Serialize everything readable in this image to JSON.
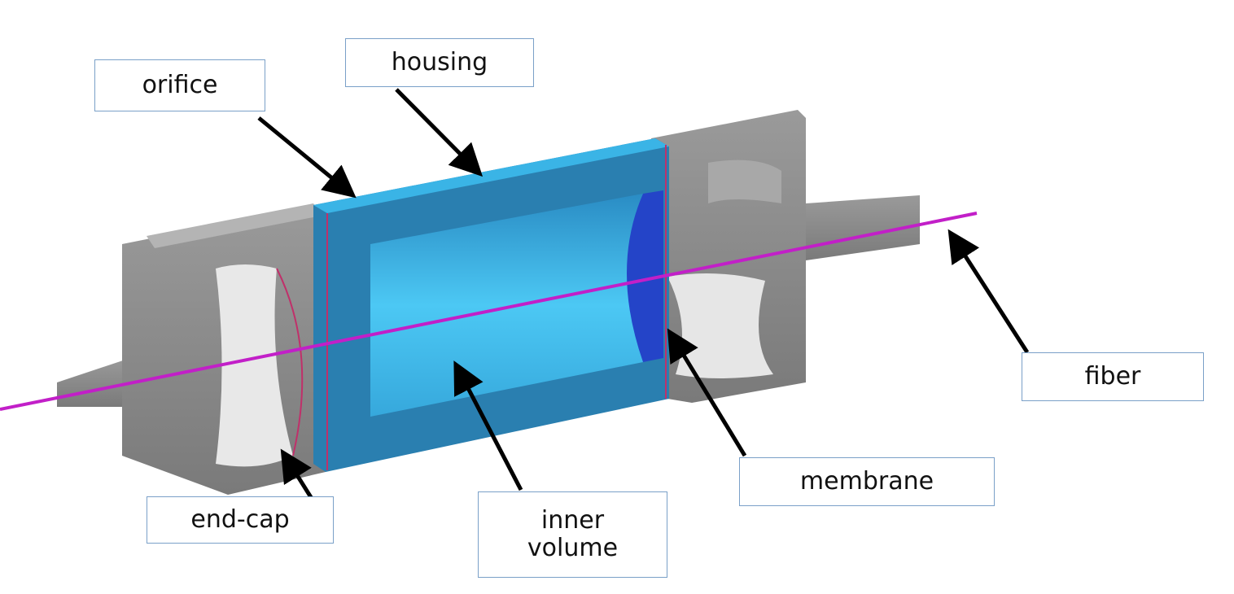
{
  "labels": {
    "orifice": "orifice",
    "housing": "housing",
    "fiber": "fiber",
    "membrane": "membrane",
    "inner_volume": "inner\nvolume",
    "end_cap": "end-cap"
  },
  "colors": {
    "housing_top": "#3ab4e6",
    "housing_side": "#2a7fb0",
    "inner_volume": "#46c2f0",
    "membrane": "#2444c8",
    "fiber": "#c21fc8",
    "metal": "#8c8c8c",
    "metal_light": "#c8c8c8",
    "box_border": "#7aa0c8"
  }
}
